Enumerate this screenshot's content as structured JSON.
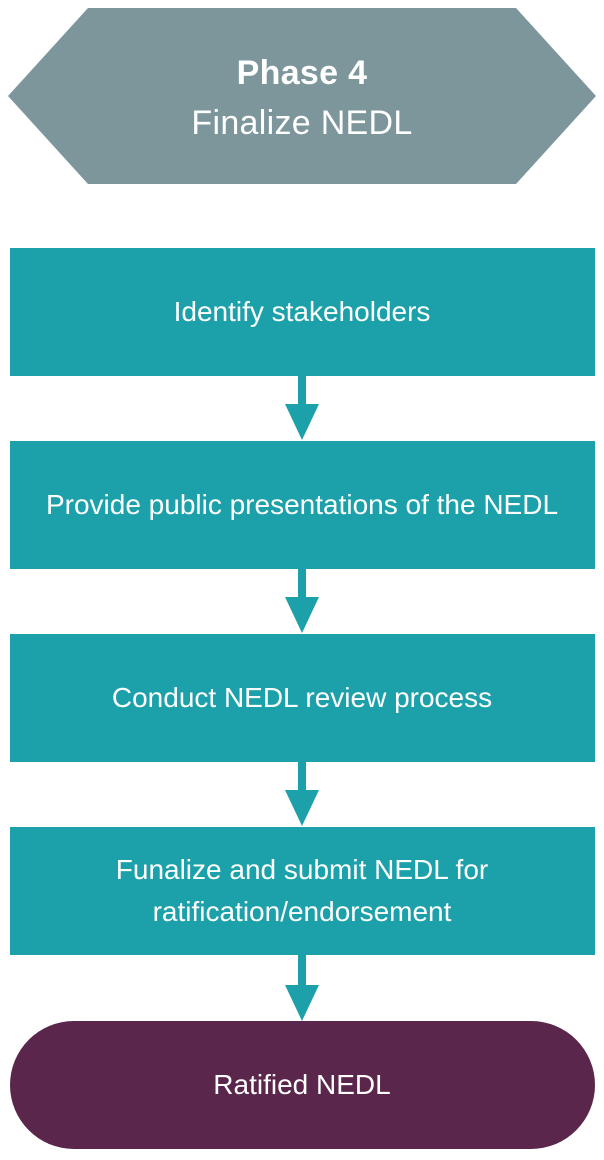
{
  "phase": {
    "title": "Phase 4",
    "subtitle": "Finalize NEDL"
  },
  "steps": [
    {
      "label": "Identify stakeholders"
    },
    {
      "label": "Provide public presentations of the NEDL"
    },
    {
      "label": "Conduct NEDL review process"
    },
    {
      "label": "Funalize and submit NEDL for ratification/endorsement"
    }
  ],
  "result": {
    "label": "Ratified NEDL"
  },
  "colors": {
    "header": "#7c969b",
    "step": "#1ca1ab",
    "result": "#5a264b",
    "text": "#ffffff"
  }
}
